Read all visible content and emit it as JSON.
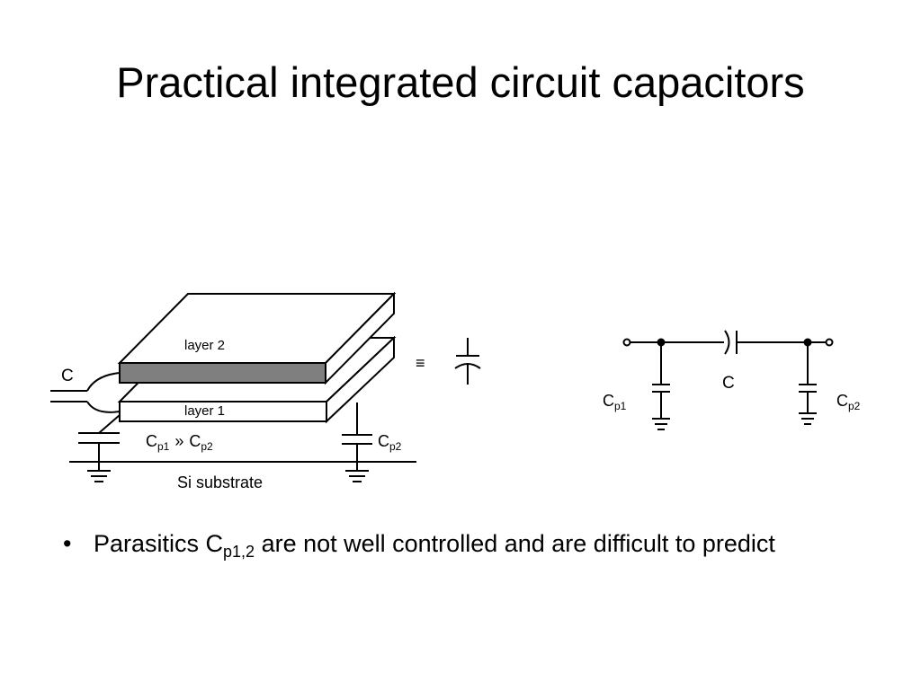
{
  "slide": {
    "title": "Practical integrated circuit capacitors"
  },
  "figure": {
    "layer2_label": "layer 2",
    "layer1_label": "layer 1",
    "c_label": "C",
    "relation_c1": "C",
    "relation_sub1": "p1",
    "relation_op": "»",
    "relation_c2": "C",
    "relation_sub2": "p2",
    "cp2_c": "C",
    "cp2_sub": "p2",
    "substrate_label": "Si substrate",
    "equiv_symbol": "≡"
  },
  "circuit": {
    "c_label": "C",
    "cp1_c": "C",
    "cp1_sub": "p1",
    "cp2_c": "C",
    "cp2_sub": "p2"
  },
  "bullet": {
    "symbol": "•",
    "text_before": "Parasitics C",
    "subscript": "p1,2",
    "text_after": " are not well controlled and are difficult to predict"
  }
}
